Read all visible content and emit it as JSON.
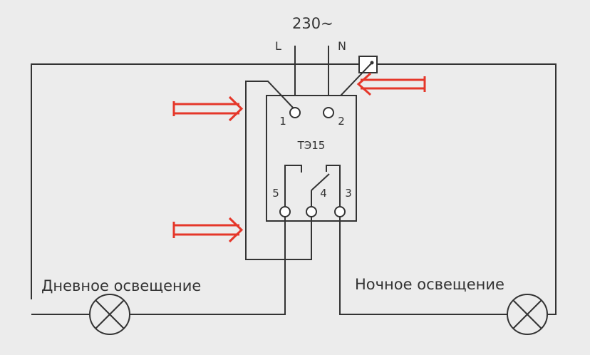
{
  "supply": {
    "voltage": "230~",
    "line": "L",
    "neutral": "N"
  },
  "relay": {
    "model": "ТЭ15",
    "terminals": [
      "1",
      "2",
      "3",
      "4",
      "5"
    ]
  },
  "lamps": {
    "day": "Дневное освещение",
    "night": "Ночное освещение"
  },
  "colors": {
    "background": "#ececec",
    "wire": "#333333",
    "arrow": "#e5372a",
    "terminal_fill": "#ffffff"
  },
  "icons": [
    "lamp-icon",
    "switch-icon",
    "arrow-icon"
  ]
}
